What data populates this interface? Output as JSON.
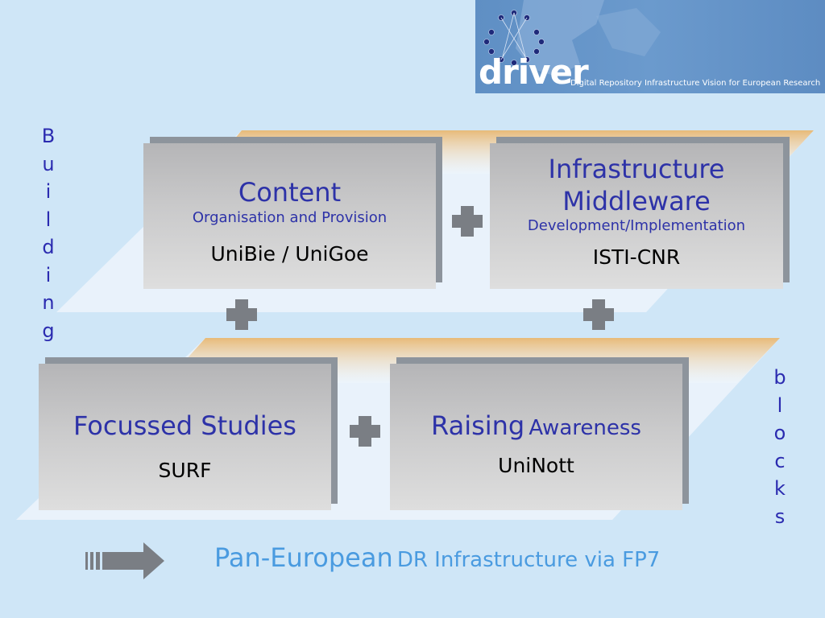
{
  "banner": {
    "logo": "driver",
    "tagline": "Digital Repository Infrastructure Vision for European Research"
  },
  "side_left": [
    "B",
    "u",
    "i",
    "l",
    "d",
    "i",
    "n",
    "g"
  ],
  "side_right": [
    "b",
    "l",
    "o",
    "c",
    "k",
    "s"
  ],
  "boxes": {
    "content": {
      "title": "Content",
      "subtitle": "Organisation and Provision",
      "partner": "UniBie / UniGoe"
    },
    "infrastructure": {
      "title_line1": "Infrastructure",
      "title_line2": "Middleware",
      "subtitle": "Development/Implementation",
      "partner": "ISTI-CNR"
    },
    "studies": {
      "title": "Focussed Studies",
      "partner": "SURF"
    },
    "awareness": {
      "title_main": "Raising",
      "title_rest": "Awareness",
      "partner": "UniNott"
    }
  },
  "footer": {
    "main": "Pan-European",
    "rest": "DR Infrastructure via FP7"
  },
  "colors": {
    "background": "#cfe6f7",
    "title_blue": "#2d32a8",
    "footer_blue": "#4a9be0",
    "accent_orange": "#e8b46a",
    "box_grey": "#c8c8c9"
  }
}
